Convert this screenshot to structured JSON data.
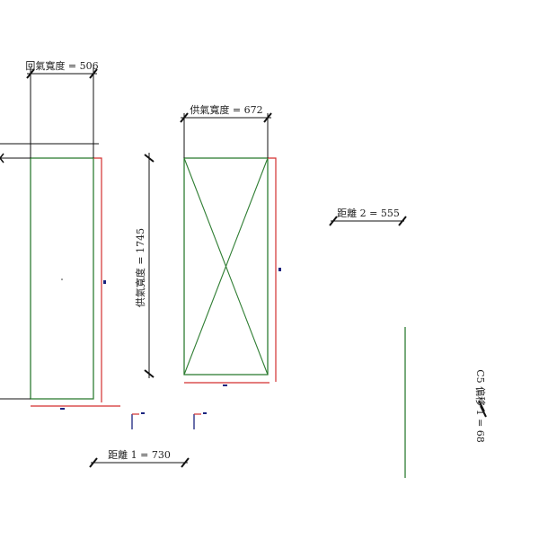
{
  "dimensions": {
    "return_width": "回氣寬度 = 506",
    "supply_width": "供氣寬度 = 672",
    "supply_height": "供氣寬度 = 1745",
    "distance_1": "距離 1 = 730",
    "distance_2": "距離 2 = 555",
    "offset_c5": "C5 偏移 1 = 68"
  },
  "colors": {
    "duct": "#2e7d32",
    "hidden": "#d32f2f",
    "section": "#1a237e",
    "dim": "#111111"
  }
}
